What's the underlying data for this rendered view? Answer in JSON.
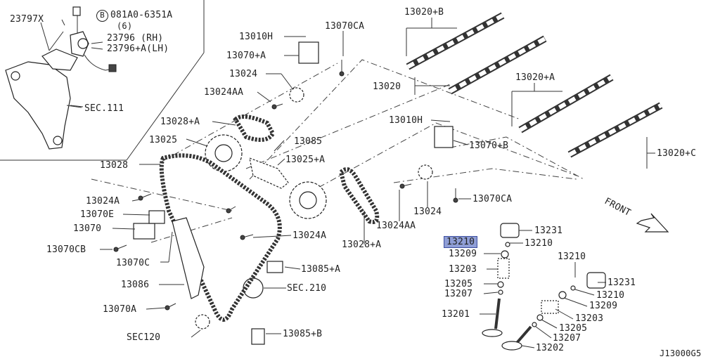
{
  "diagram_id": "J13000G5",
  "front_label": "FRONT",
  "callouts": {
    "c23797x": "23797X",
    "c081a0": "081A0-6351A",
    "c081a0_qty": "(6)",
    "c081a0_mark": "B",
    "c23796": "23796  (RH)",
    "c23796a": "23796+A(LH)",
    "sec111": "SEC.111",
    "c13010h_top": "13010H",
    "c13070ca_top": "13070CA",
    "c13070a_top": "13070+A",
    "c13024": "13024",
    "c13024aa_top": "13024AA",
    "c13028a_top": "13028+A",
    "c13025": "13025",
    "c13085": "13085",
    "c13025a": "13025+A",
    "c13028": "13028",
    "c13024a_left": "13024A",
    "c13070e": "13070E",
    "c13070": "13070",
    "c13070cb": "13070CB",
    "c13070c": "13070C",
    "c13086": "13086",
    "c13070a_low": "13070A",
    "sec120": "SEC120",
    "c13024a_mid": "13024A",
    "c13085a": "13085+A",
    "sec210": "SEC.210",
    "c13085b": "13085+B",
    "c13028a_bot": "13028+A",
    "c13024aa_bot": "13024AA",
    "c13024_bot": "13024",
    "c13070ca_bot": "13070CA",
    "c13010h_mid": "13010H",
    "c13070b": "13070+B",
    "c13020b": "13020+B",
    "c13020": "13020",
    "c13020a": "13020+A",
    "c13020c": "13020+C",
    "c13231_a": "13231",
    "c13210_hl": "13210",
    "c13210_a": "13210",
    "c13209_a": "13209",
    "c13203_a": "13203",
    "c13205_a": "13205",
    "c13207_a": "13207",
    "c13201": "13201",
    "c13210_b_top": "13210",
    "c13231_b": "13231",
    "c13210_b": "13210",
    "c13209_b": "13209",
    "c13203_b": "13203",
    "c13205_b": "13205",
    "c13207_b": "13207",
    "c13202": "13202"
  }
}
